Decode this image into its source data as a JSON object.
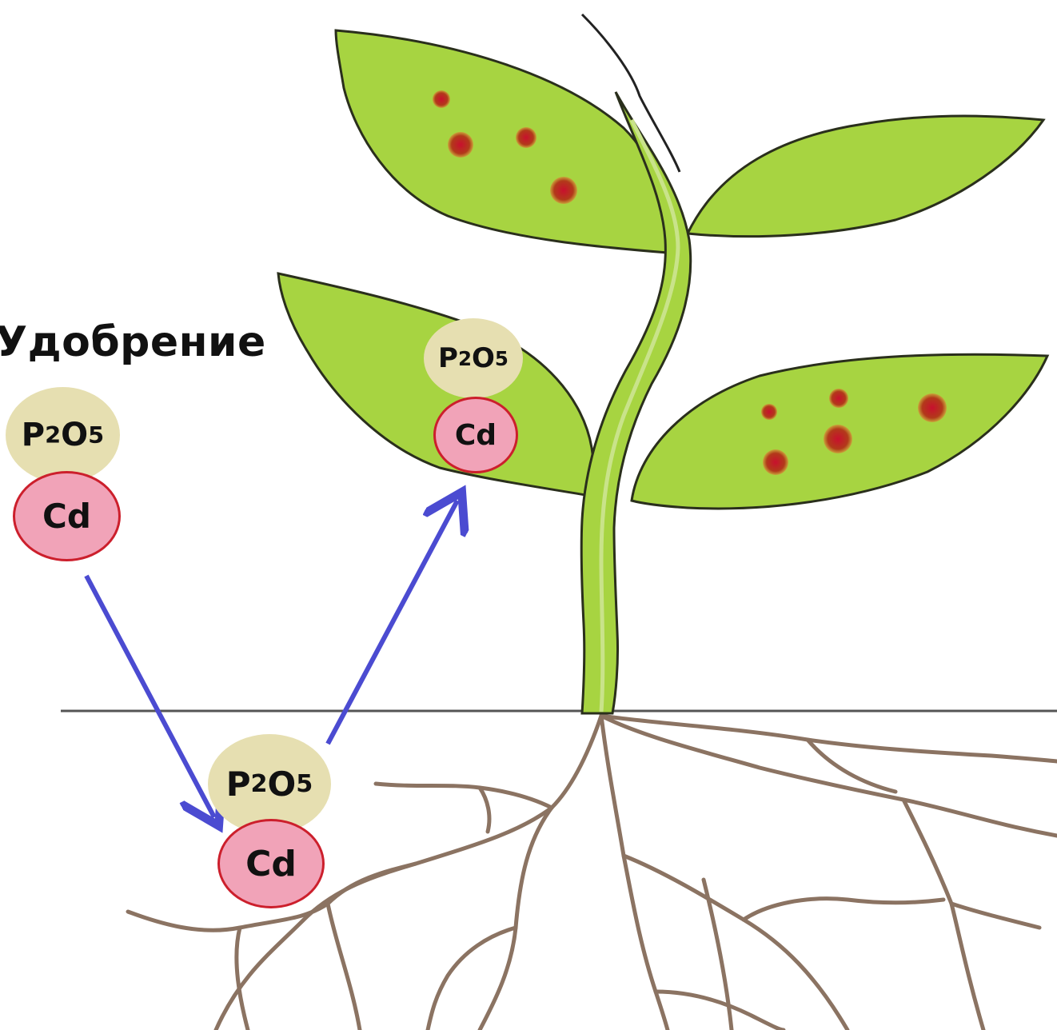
{
  "diagram": {
    "title": "Удобрение",
    "particles": {
      "p2o5": {
        "symbol": "P",
        "sub_a": "2",
        "mid": "O",
        "sub_b": "5"
      },
      "cd_label": "Cd"
    },
    "colors": {
      "leaf": "#a7d441",
      "leaf_edge": "#2a2f1c",
      "stem": "#a7d441",
      "spot": "#c23a1e",
      "root": "#8b7362",
      "arrow": "#4b4bd1",
      "soil_line": "#555555",
      "p2o5_fill": "#e6dfb1",
      "cd_fill": "#f1a3b8",
      "cd_edge": "#cc1f2c"
    }
  }
}
